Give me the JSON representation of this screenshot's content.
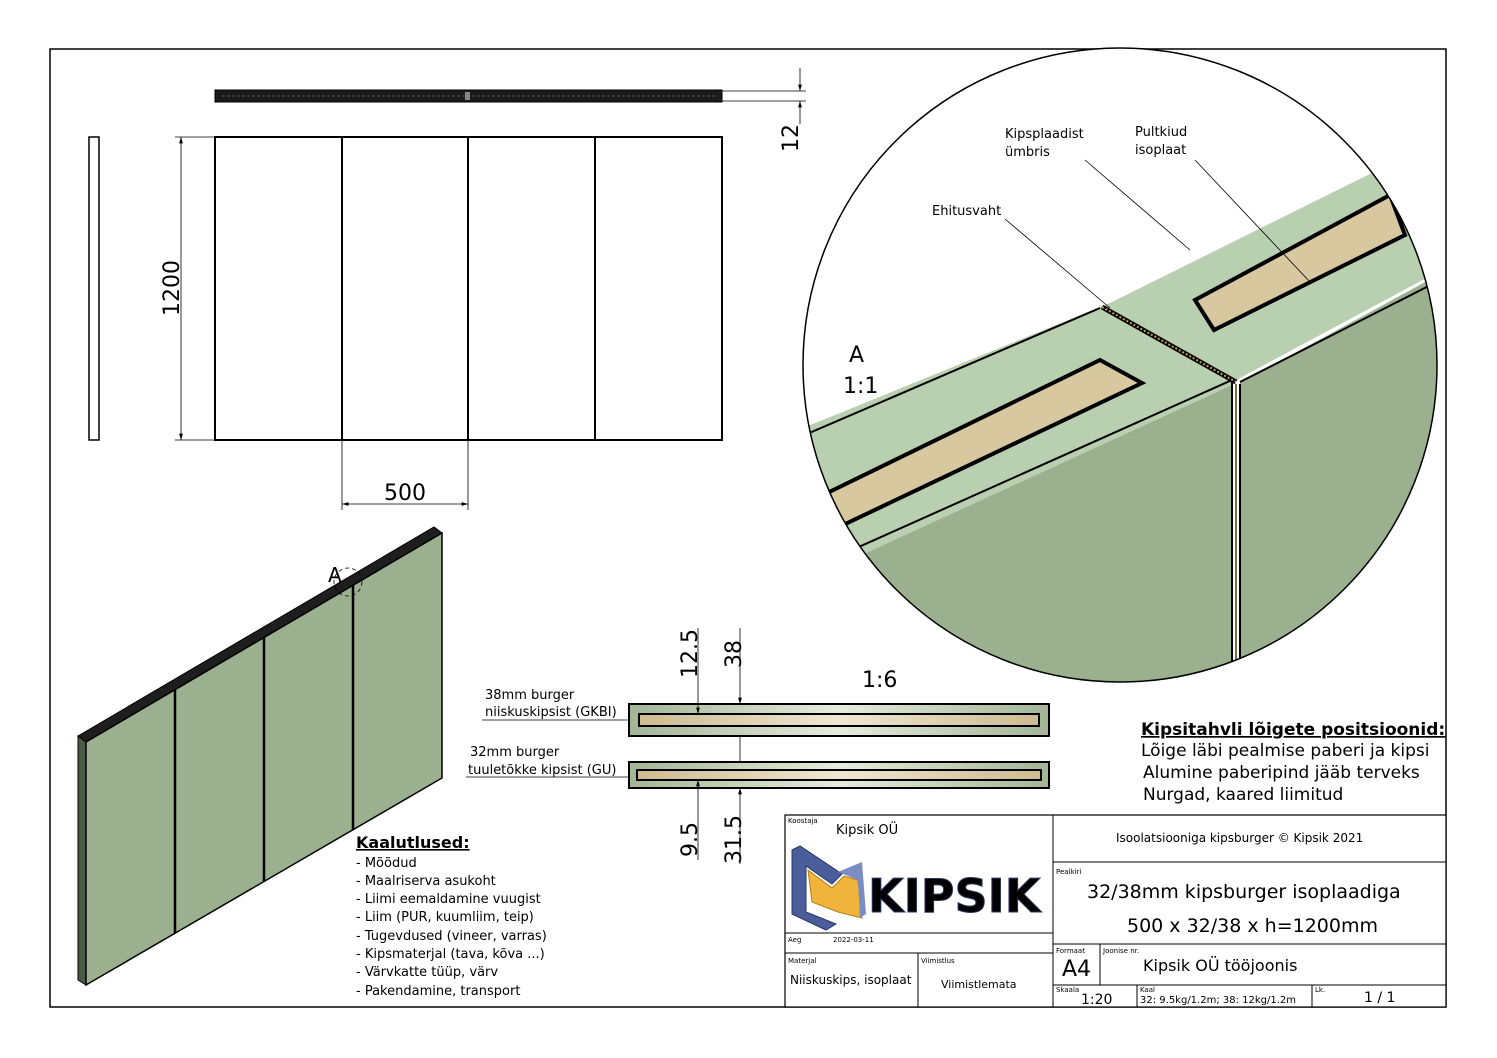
{
  "dimensions": {
    "thickness": "12",
    "height": "1200",
    "width": "500"
  },
  "detail": {
    "label": "A",
    "scale": "1:1",
    "callout_mark": "A",
    "label_ehitusvaht": "Ehitusvaht",
    "label_kipsplaadist_line1": "Kipsplaadist",
    "label_kipsplaadist_line2": "ümbris",
    "label_pultkiud_line1": "Pultkiud",
    "label_pultkiud_line2": "isoplaat"
  },
  "sections": {
    "scale": "1:6",
    "dim_top_a": "12.5",
    "dim_top_b": "38",
    "dim_bottom_a": "9.5",
    "dim_bottom_b": "31.5",
    "burger38_line1": "38mm burger",
    "burger38_line2": "niiskuskipsist (GKBI)",
    "burger32_line1": "32mm burger",
    "burger32_line2": "tuuletõkke kipsist (GU)"
  },
  "positions_note": {
    "title": "Kipsitahvli lõigete positsioonid:",
    "lines": [
      "Lõige läbi pealmise paberi ja kipsi",
      "Alumine paberipind jääb terveks",
      "Nurgad, kaared liimitud"
    ]
  },
  "considerations": {
    "title": "Kaalutlused:",
    "items": [
      "- Mõõdud",
      "- Maalriserva asukoht",
      "- Liimi eemaldamine vuugist",
      "- Liim (PUR, kuumliim, teip)",
      "- Tugevdused (vineer, varras)",
      "- Kipsmaterjal (tava, kõva ...)",
      "- Värvkatte tüüp, värv",
      "- Pakendamine, transport"
    ]
  },
  "title_block": {
    "koostaja_label": "Koostaja",
    "koostaja_value": "Kipsik OÜ",
    "logo_text": "KIPSIK",
    "header": "Isoolatsiooniga kipsburger © Kipsik 2021",
    "pealkiri_label": "Pealkiri",
    "title_line1": "32/38mm kipsburger isoplaadiga",
    "title_line2": "500 x 32/38 x h=1200mm",
    "aeg_label": "Aeg",
    "aeg_value": "2022-03-11",
    "materjal_label": "Materjal",
    "materjal_value": "Niiskuskips, isoplaat",
    "viimistlus_label": "Viimistlus",
    "viimistlus_value": "Viimistlemata",
    "formaat_label": "Formaat",
    "formaat_value": "A4",
    "joonise_label": "Joonise nr.",
    "joonise_value": "Kipsik OÜ tööjoonis",
    "skaala_label": "Skaala",
    "skaala_value": "1:20",
    "kaal_label": "Kaal",
    "kaal_value": "32: 9.5kg/1.2m; 38: 12kg/1.2m",
    "leht_label": "Lk.",
    "leht_value": "1 / 1"
  },
  "colors": {
    "gypsum_green": "#b8cfb0",
    "panel_face": "#9bb08f",
    "insulation": "#d8c8a0",
    "section_fill": "#9eae90",
    "logo_blue": "#4a5e9c",
    "logo_yellow": "#f0b43c",
    "line": "#000000"
  }
}
